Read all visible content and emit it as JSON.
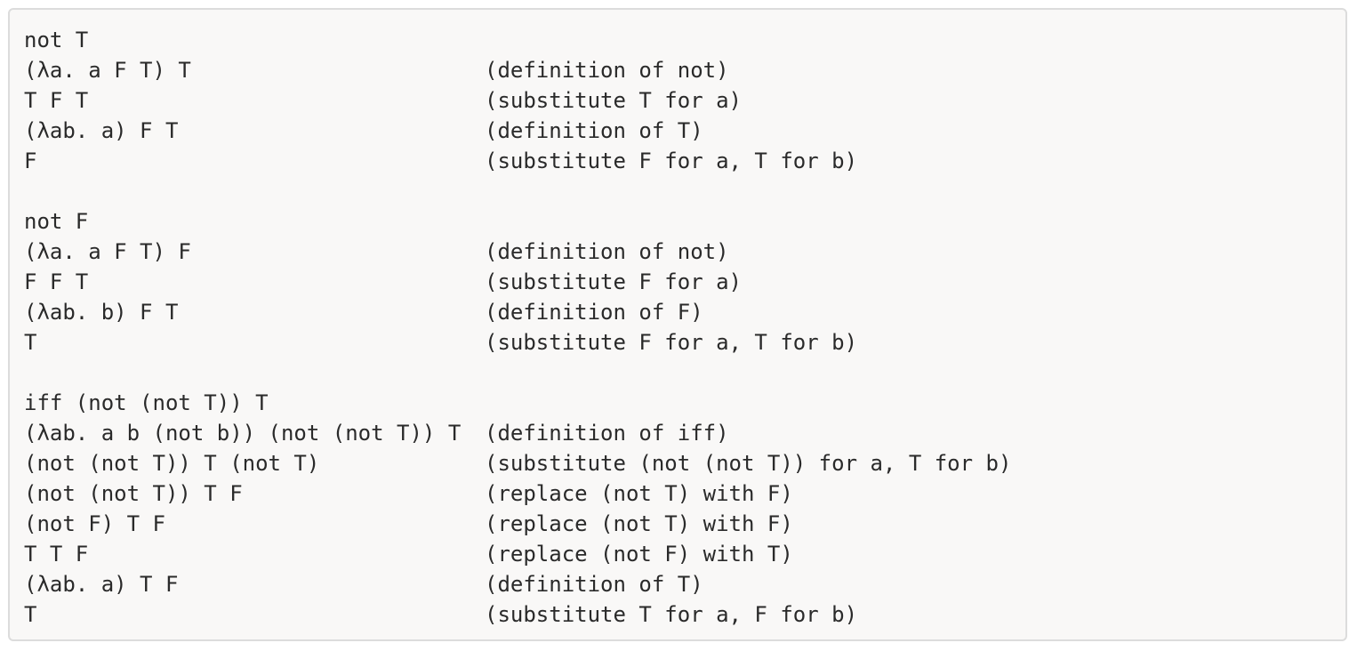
{
  "blocks": [
    {
      "lines": [
        {
          "expr": "not T",
          "note": ""
        },
        {
          "expr": "(λa. a F T) T",
          "note": "(definition of not)"
        },
        {
          "expr": "T F T",
          "note": "(substitute T for a)"
        },
        {
          "expr": "(λab. a) F T",
          "note": "(definition of T)"
        },
        {
          "expr": "F",
          "note": "(substitute F for a, T for b)"
        }
      ]
    },
    {
      "lines": [
        {
          "expr": "not F",
          "note": ""
        },
        {
          "expr": "(λa. a F T) F",
          "note": "(definition of not)"
        },
        {
          "expr": "F F T",
          "note": "(substitute F for a)"
        },
        {
          "expr": "(λab. b) F T",
          "note": "(definition of F)"
        },
        {
          "expr": "T",
          "note": "(substitute F for a, T for b)"
        }
      ]
    },
    {
      "lines": [
        {
          "expr": "iff (not (not T)) T",
          "note": ""
        },
        {
          "expr": "(λab. a b (not b)) (not (not T)) T",
          "note": "(definition of iff)"
        },
        {
          "expr": "(not (not T)) T (not T)",
          "note": "(substitute (not (not T)) for a, T for b)"
        },
        {
          "expr": "(not (not T)) T F",
          "note": "(replace (not T) with F)"
        },
        {
          "expr": "(not F) T F",
          "note": "(replace (not T) with F)"
        },
        {
          "expr": "T T F",
          "note": "(replace (not F) with T)"
        },
        {
          "expr": "(λab. a) T F",
          "note": "(definition of T)"
        },
        {
          "expr": "T",
          "note": "(substitute T for a, F for b)"
        }
      ]
    }
  ]
}
